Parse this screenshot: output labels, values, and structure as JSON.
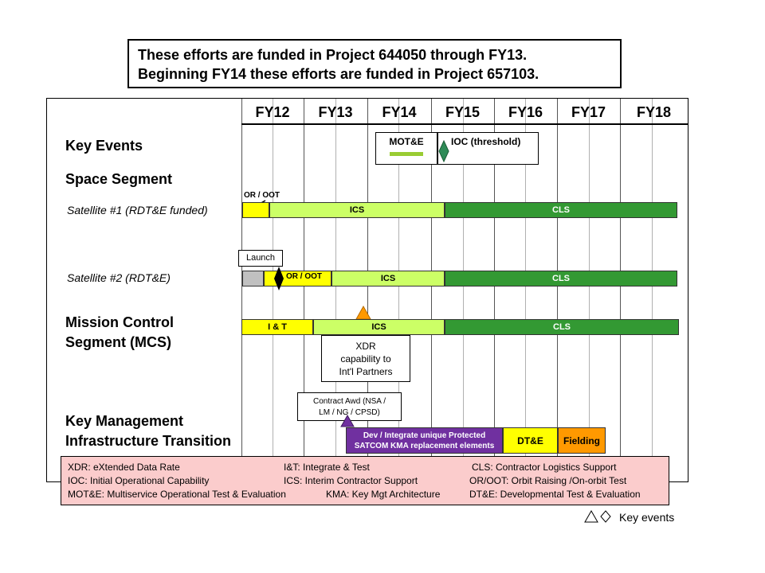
{
  "note": {
    "line1": "These efforts are funded in Project 644050 through FY13.",
    "line2": "Beginning FY14 these efforts are funded in Project 657103."
  },
  "fiscal_years": [
    "FY12",
    "FY13",
    "FY14",
    "FY15",
    "FY16",
    "FY17",
    "FY18"
  ],
  "sections": {
    "key_events": "Key Events",
    "space_segment": "Space Segment",
    "satellite1": "Satellite #1  (RDT&E funded)",
    "satellite2": "Satellite #2  (RDT&E)",
    "mcs_line1": "Mission Control",
    "mcs_line2": "Segment (MCS)",
    "kmi_line1": "Key Management",
    "kmi_line2": "Infrastructure Transition"
  },
  "key_events": {
    "mote": "MOT&E",
    "ioc": "IOC (threshold)"
  },
  "satellite1": {
    "or_oot_label": "OR / OOT",
    "ics": "ICS",
    "cls": "CLS"
  },
  "satellite2": {
    "launch": "Launch",
    "or_oot": "OR / OOT",
    "ics": "ICS",
    "cls": "CLS"
  },
  "mcs": {
    "it": "I & T",
    "ics": "ICS",
    "cls": "CLS",
    "xdr_line1": "XDR",
    "xdr_line2": "capability to",
    "xdr_line3": "Int'l Partners"
  },
  "kmi": {
    "contract_line1": "Contract Awd (NSA /",
    "contract_line2": "LM / NG / CPSD)",
    "dev_line1": "Dev / Integrate unique Protected",
    "dev_line2": "SATCOM KMA replacement elements",
    "dte": "DT&E",
    "fielding": "Fielding"
  },
  "legend": {
    "xdr": "XDR:  eXtended  Data Rate",
    "ioc": "IOC: Initial Operational Capability",
    "mote": "MOT&E: Multiservice  Operational Test & Evaluation",
    "it": "I&T:  Integrate & Test",
    "ics": "ICS: Interim Contractor Support",
    "kma": "KMA: Key Mgt Architecture",
    "cls": "CLS: Contractor Logistics Support",
    "or": "OR/OOT:  Orbit Raising /On-orbit Test",
    "dte": "DT&E:  Developmental  Test & Evaluation"
  },
  "key_events_legend": "Key events",
  "colors": {
    "yellow": "#ffff00",
    "light_green": "#ccff66",
    "dark_green": "#339933",
    "orange": "#ff9900",
    "purple": "#7030a0",
    "legend_pink": "#fbcccc",
    "diamond_green": "#2e8b57"
  }
}
